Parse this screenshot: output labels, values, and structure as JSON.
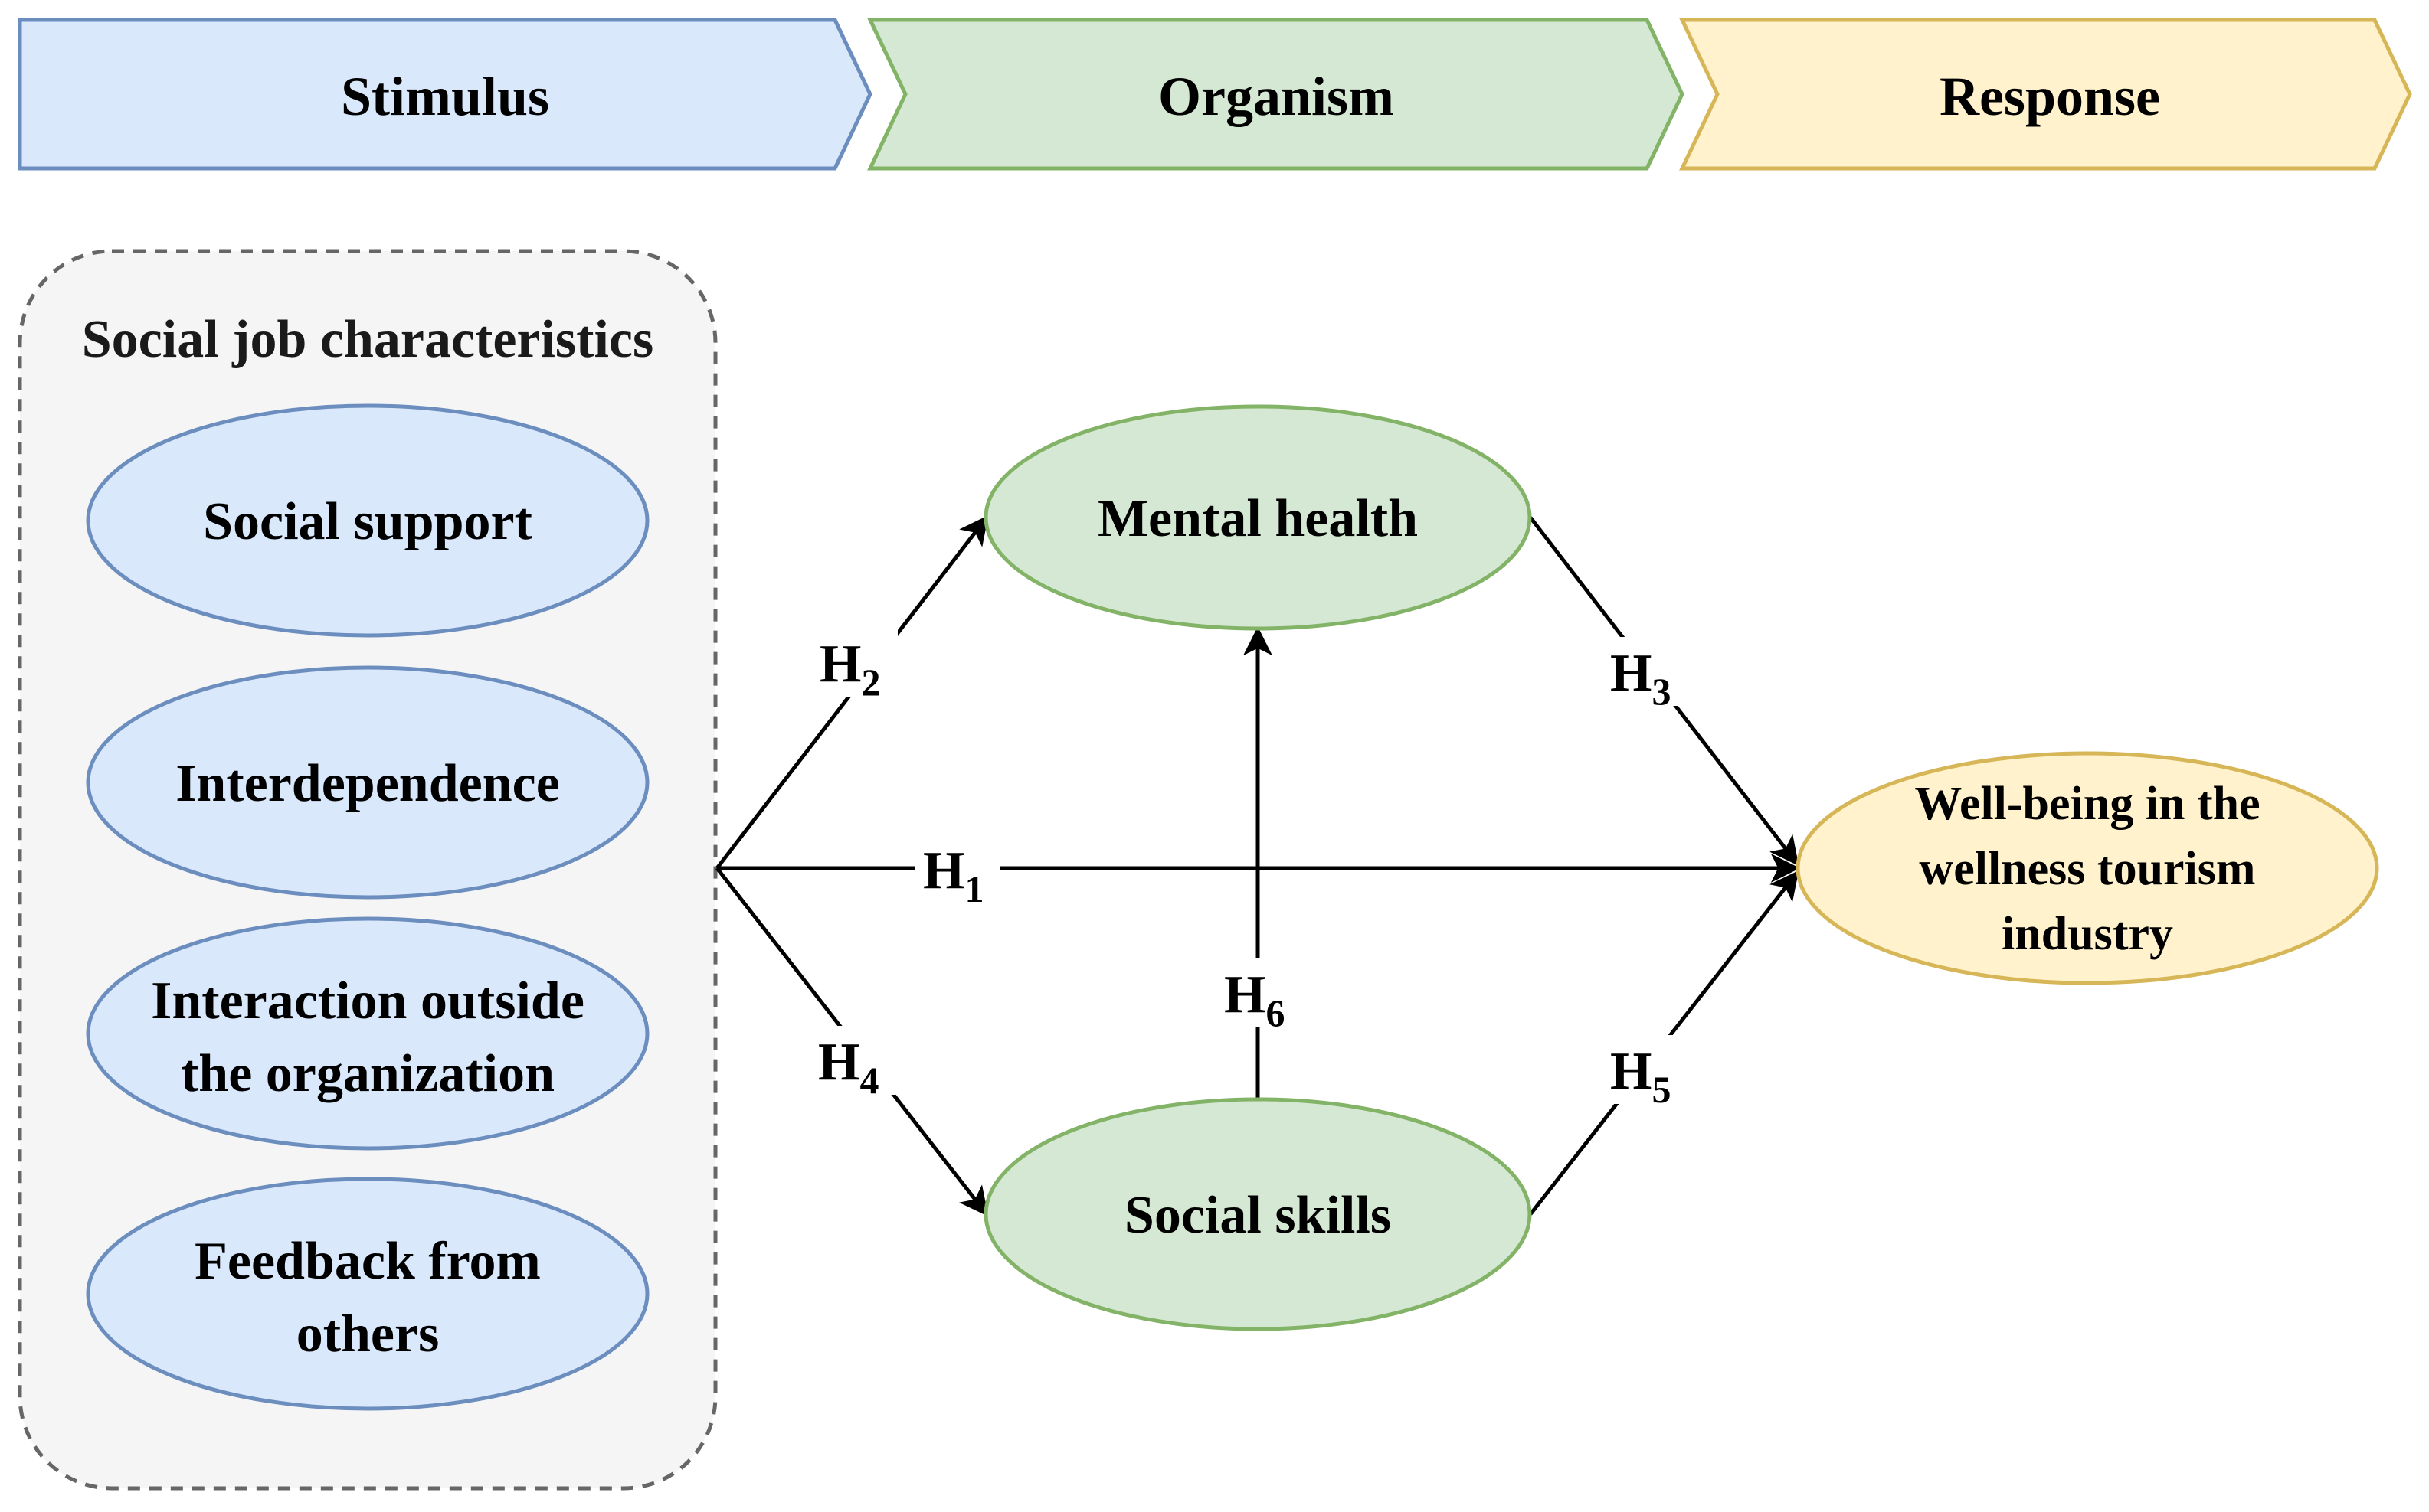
{
  "stages": [
    {
      "id": "stimulus",
      "label": "Stimulus"
    },
    {
      "id": "organism",
      "label": "Organism"
    },
    {
      "id": "response",
      "label": "Response"
    }
  ],
  "group": {
    "title": "Social job characteristics",
    "items": [
      {
        "id": "social-support",
        "lines": [
          "Social support"
        ]
      },
      {
        "id": "interdependence",
        "lines": [
          "Interdependence"
        ]
      },
      {
        "id": "interaction-outside",
        "lines": [
          "Interaction outside",
          "the organization"
        ]
      },
      {
        "id": "feedback",
        "lines": [
          "Feedback from",
          "others"
        ]
      }
    ]
  },
  "mediators": {
    "mental_health": "Mental health",
    "social_skills": "Social skills"
  },
  "outcome": {
    "lines": [
      "Well-being in the",
      "wellness tourism",
      "industry"
    ]
  },
  "hypotheses": [
    {
      "id": "h1",
      "main": "H",
      "sub": "1"
    },
    {
      "id": "h2",
      "main": "H",
      "sub": "2"
    },
    {
      "id": "h3",
      "main": "H",
      "sub": "3"
    },
    {
      "id": "h4",
      "main": "H",
      "sub": "4"
    },
    {
      "id": "h5",
      "main": "H",
      "sub": "5"
    },
    {
      "id": "h6",
      "main": "H",
      "sub": "6"
    }
  ],
  "colors": {
    "stimulus_fill": "#dae8fc",
    "stimulus_stroke": "#6c8ebf",
    "organism_fill": "#d5e8d4",
    "organism_stroke": "#82b366",
    "response_fill": "#fff2cc",
    "response_stroke": "#d6b656",
    "group_fill": "#f5f5f5",
    "group_stroke": "#666666"
  }
}
